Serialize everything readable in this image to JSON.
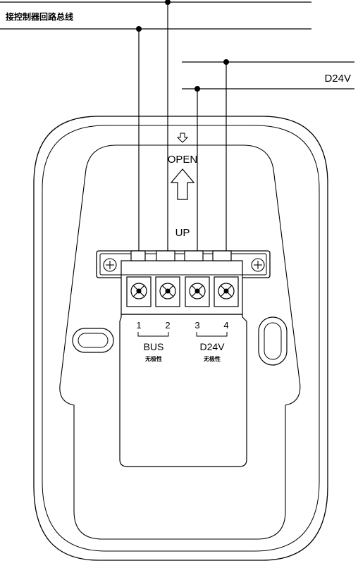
{
  "top_label": "接控制器回路总线",
  "power_label": "D24V",
  "open_label": "OPEN",
  "up_label": "UP",
  "terminals": [
    "1",
    "2",
    "3",
    "4"
  ],
  "group_bus": {
    "name": "BUS",
    "sub": "无极性"
  },
  "group_power": {
    "name": "D24V",
    "sub": "无极性"
  }
}
